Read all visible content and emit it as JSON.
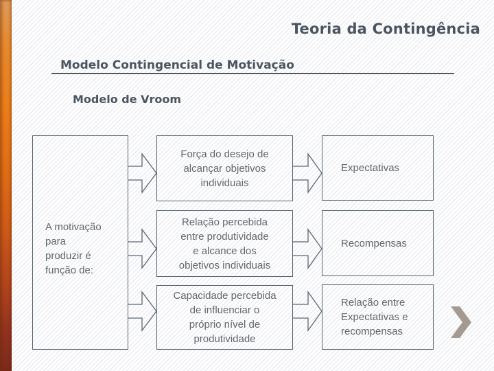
{
  "slide": {
    "title": "Teoria da Contingência",
    "subtitle": "Modelo Contingencial de Motivação",
    "heading": "Modelo de Vroom",
    "diagram": {
      "source_box": "A motivação\npara\nproduzir é\nfunção de:",
      "rows": [
        {
          "factor": "Força do desejo de\nalcançar objetivos\nindividuais",
          "outcome": "Expectativas"
        },
        {
          "factor": "Relação percebida\nentre produtividade\ne alcance dos\nobjetivos individuais",
          "outcome": "Recompensas"
        },
        {
          "factor": "Capacidade percebida\nde influenciar o\npróprio nível de\nprodutividade",
          "outcome": "Relação entre\nExpectativas e\nrecompensas"
        }
      ]
    },
    "icons": {
      "next_chevron": "right-chevron"
    },
    "colors": {
      "accent_bar_top": "#e68a2e",
      "accent_bar_bottom": "#7c2a1c",
      "heading_text": "#4a5560",
      "body_text": "#62676b",
      "box_border": "#55626c",
      "stripe": "#ecedf2",
      "chevron": "#a49a92"
    }
  }
}
